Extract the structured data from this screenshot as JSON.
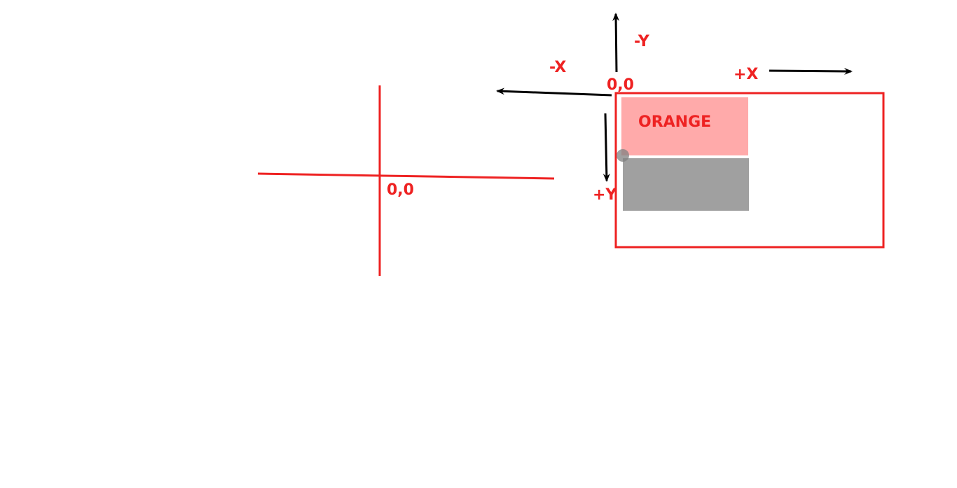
{
  "left_axes": {
    "origin_label": "0,0"
  },
  "right_axes": {
    "origin_label": "0,0",
    "neg_x_label": "-X",
    "pos_x_label": "+X",
    "neg_y_label": "-Y",
    "pos_y_label": "+Y"
  },
  "boxes": {
    "orange_label": "ORANGE"
  },
  "colors": {
    "red": "#ee2222",
    "black": "#000000",
    "pink_fill": "#ffaaaa",
    "gray_fill": "#a0a0a0",
    "handle": "#808080"
  }
}
